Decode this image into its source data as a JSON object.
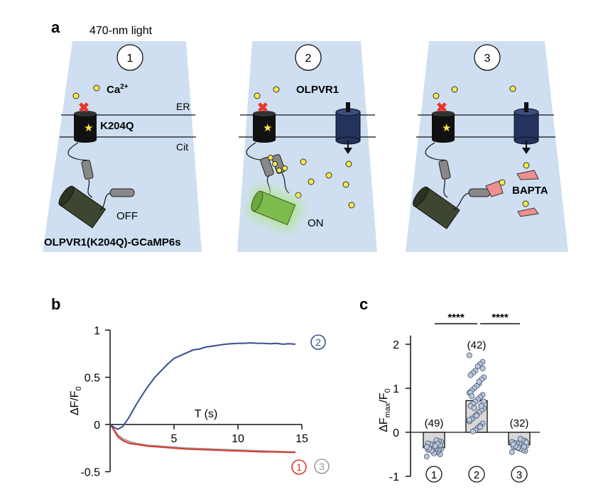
{
  "panel_a": {
    "label": "a",
    "light_label": "470-nm light",
    "steps": [
      {
        "number": "1"
      },
      {
        "number": "2"
      },
      {
        "number": "3"
      }
    ],
    "ca_label": "Ca",
    "ca_sup": "2+",
    "er_label": "ER",
    "cit_label": "Cit",
    "mutant_label": "K204Q",
    "off_label": "OFF",
    "sensor_label": "OLPVR1(K204Q)-GCaMP6s",
    "opsin_label": "OLPVR1",
    "on_label": "ON",
    "bapta_label": "BAPTA",
    "colors": {
      "chamber": "#cfdff1",
      "opsin_channel": "#24335e",
      "gcamp_off": "#3d4630",
      "gcamp_on": "#7dbb4d",
      "calcium": "#f6e84a",
      "bapta": "#f08f8f",
      "mutation_mark": "#e8342a",
      "star": "#f6e84a"
    }
  },
  "chart_data": [
    {
      "panel": "b",
      "type": "line",
      "xlabel": "T (s)",
      "ylabel": "ΔF/F",
      "ylabel_sub": "0",
      "xlim": [
        0,
        15
      ],
      "ylim": [
        -0.5,
        1
      ],
      "xticks": [
        "5",
        "10",
        "15"
      ],
      "xtick_values": [
        5,
        10,
        15
      ],
      "yticks": [
        "1",
        "0.5",
        "0",
        "-0.5"
      ],
      "ytick_values": [
        1,
        0.5,
        0,
        -0.5
      ],
      "series": [
        {
          "name": "2",
          "color": "#36508c",
          "x": [
            0,
            0.3,
            0.6,
            1,
            1.5,
            2,
            2.5,
            3,
            3.5,
            4,
            4.5,
            5,
            5.5,
            6,
            6.5,
            7,
            7.5,
            8,
            8.5,
            9,
            9.5,
            10,
            10.5,
            11,
            11.5,
            12,
            12.5,
            13,
            13.5,
            14,
            14.5
          ],
          "y": [
            0,
            -0.03,
            -0.05,
            -0.02,
            0.08,
            0.2,
            0.31,
            0.41,
            0.5,
            0.57,
            0.64,
            0.7,
            0.73,
            0.76,
            0.79,
            0.8,
            0.82,
            0.83,
            0.84,
            0.85,
            0.855,
            0.86,
            0.86,
            0.865,
            0.86,
            0.86,
            0.855,
            0.86,
            0.85,
            0.855,
            0.85
          ]
        },
        {
          "name": "1",
          "color": "#d9372a",
          "x": [
            0,
            0.3,
            0.6,
            1,
            1.5,
            2,
            2.5,
            3,
            3.5,
            4,
            4.5,
            5,
            5.5,
            6,
            7,
            8,
            9,
            10,
            11,
            12,
            13,
            14,
            14.5
          ],
          "y": [
            0,
            -0.06,
            -0.13,
            -0.17,
            -0.2,
            -0.21,
            -0.22,
            -0.23,
            -0.235,
            -0.24,
            -0.245,
            -0.25,
            -0.255,
            -0.26,
            -0.265,
            -0.27,
            -0.275,
            -0.28,
            -0.285,
            -0.29,
            -0.29,
            -0.295,
            -0.295
          ]
        },
        {
          "name": "3",
          "color": "#9b9b9b",
          "x": [
            0,
            0.3,
            0.6,
            1,
            1.5,
            2,
            2.5,
            3,
            3.5,
            4,
            4.5,
            5,
            5.5,
            6,
            7,
            8,
            9,
            10,
            11,
            12,
            13,
            14,
            14.5
          ],
          "y": [
            0,
            -0.05,
            -0.11,
            -0.15,
            -0.18,
            -0.2,
            -0.21,
            -0.22,
            -0.225,
            -0.23,
            -0.235,
            -0.24,
            -0.245,
            -0.25,
            -0.255,
            -0.26,
            -0.265,
            -0.27,
            -0.275,
            -0.28,
            -0.285,
            -0.29,
            -0.29
          ]
        }
      ]
    },
    {
      "panel": "c",
      "type": "bar",
      "ylabel": "ΔF",
      "ylabel_sub": "max",
      "ylabel_suffix": "/F",
      "ylabel_sub2": "0",
      "ylim": [
        -1,
        2.2
      ],
      "yticks": [
        "2",
        "1",
        "0",
        "-1"
      ],
      "ytick_values": [
        2,
        1,
        0,
        -1
      ],
      "categories": [
        "1",
        "2",
        "3"
      ],
      "values": [
        -0.35,
        0.72,
        -0.28
      ],
      "n_labels": [
        "(49)",
        "(42)",
        "(32)"
      ],
      "significance": [
        "****",
        "****"
      ],
      "points": [
        [
          -0.55,
          -0.5,
          -0.45,
          -0.45,
          -0.42,
          -0.4,
          -0.4,
          -0.38,
          -0.38,
          -0.36,
          -0.35,
          -0.35,
          -0.34,
          -0.33,
          -0.32,
          -0.3,
          -0.3,
          -0.28,
          -0.27,
          -0.25,
          -0.22,
          -0.2,
          -0.18,
          -0.48,
          -0.42,
          -0.37,
          -0.33,
          -0.29,
          -0.26,
          -0.31
        ],
        [
          1.75,
          1.6,
          1.55,
          1.5,
          1.4,
          1.35,
          1.3,
          1.25,
          1.2,
          1.1,
          1.05,
          1.0,
          0.95,
          0.9,
          0.85,
          0.8,
          0.75,
          0.7,
          0.65,
          0.6,
          0.55,
          0.5,
          0.45,
          0.4,
          0.35,
          0.3,
          0.25,
          0.2,
          0.15,
          0.1,
          0.05,
          0.02,
          0.9,
          0.7,
          0.6,
          1.15,
          0.38,
          0.55,
          0.82,
          0.28,
          1.45,
          0.12
        ],
        [
          -0.45,
          -0.42,
          -0.4,
          -0.38,
          -0.36,
          -0.34,
          -0.32,
          -0.3,
          -0.3,
          -0.28,
          -0.26,
          -0.25,
          -0.24,
          -0.22,
          -0.2,
          -0.18,
          -0.15,
          -0.35,
          -0.31,
          -0.27,
          -0.23,
          -0.33
        ]
      ],
      "bar_color": "#d8d8d8",
      "point_color": "#b8c8de"
    }
  ]
}
